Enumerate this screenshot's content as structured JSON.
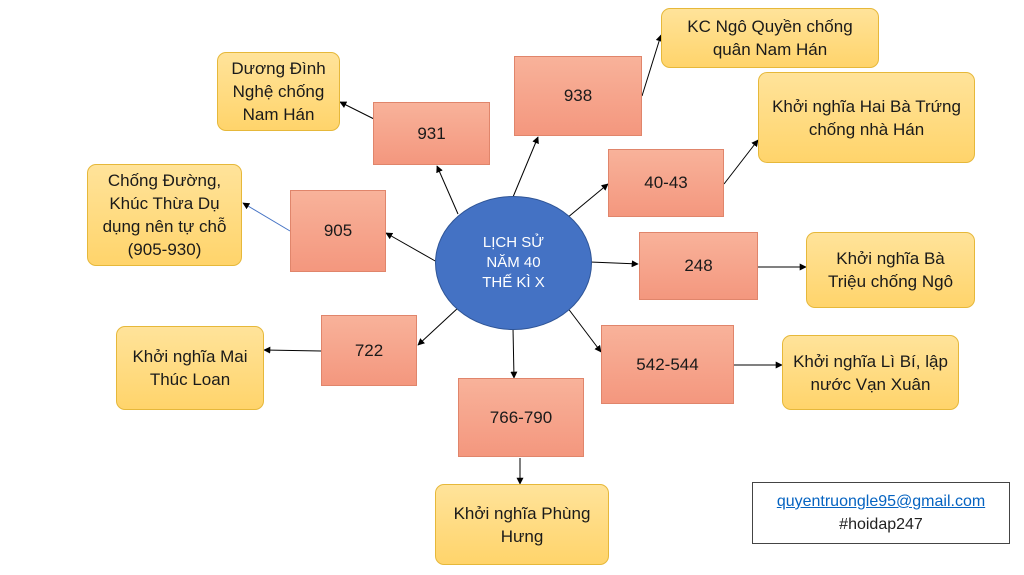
{
  "center": {
    "lines": [
      "LỊCH SỬ",
      "NĂM 40",
      "THẾ KÌ X"
    ]
  },
  "years": {
    "y931": "931",
    "y938": "938",
    "y4043": "40-43",
    "y905": "905",
    "y248": "248",
    "y722": "722",
    "y542": "542-544",
    "y766": "766-790"
  },
  "events": {
    "duong_dinh_nghe": [
      "Dương Đình",
      "Nghệ chống",
      "Nam Hán"
    ],
    "ngo_quyen": [
      "KC Ngô Quyền chống",
      "quân Nam Hán"
    ],
    "hai_ba_trung": [
      "Khởi nghĩa Hai Bà Trứng",
      "chống nhà Hán"
    ],
    "khuc_thua_du": [
      "Chống Đường,",
      "Khúc Thừa Dụ",
      "dụng nên tự chỗ",
      "(905-930)"
    ],
    "ba_trieu": [
      "Khởi nghĩa Bà",
      "Triệu chống Ngô"
    ],
    "mai_thuc_loan": [
      "Khởi nghĩa Mai",
      "Thúc Loan"
    ],
    "li_bi": [
      "Khởi nghĩa Lì Bí, lập",
      "nước Vạn Xuân"
    ],
    "phung_hung": [
      "Khởi nghĩa Phùng",
      "Hưng"
    ]
  },
  "credit": {
    "email": "quyentruongle95@gmail.com",
    "tag": "#hoidap247"
  }
}
